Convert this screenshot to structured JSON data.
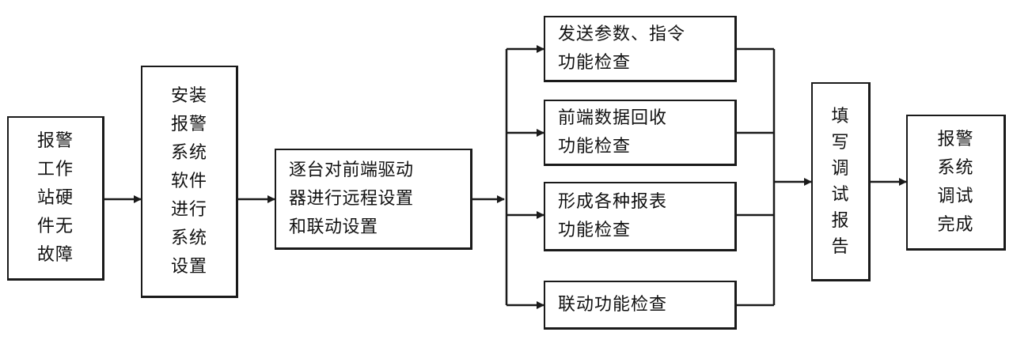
{
  "nodes": {
    "hw_check": "报警\n工作\n站硬\n件无\n故障",
    "install": "安装\n报警\n系统\n软件\n进行\n系统\n设置",
    "remote": "逐台对前端驱动\n器进行远程设置\n和联动设置",
    "send": "发送参数、指令\n功能检查",
    "recover": "前端数据回收\n功能检查",
    "report_form": "形成各种报表\n功能检查",
    "linkage": "联动功能检查",
    "fill_report": "填\n写\n调\n试\n报\n告",
    "done": "报警\n系统\n调试\n完成"
  }
}
